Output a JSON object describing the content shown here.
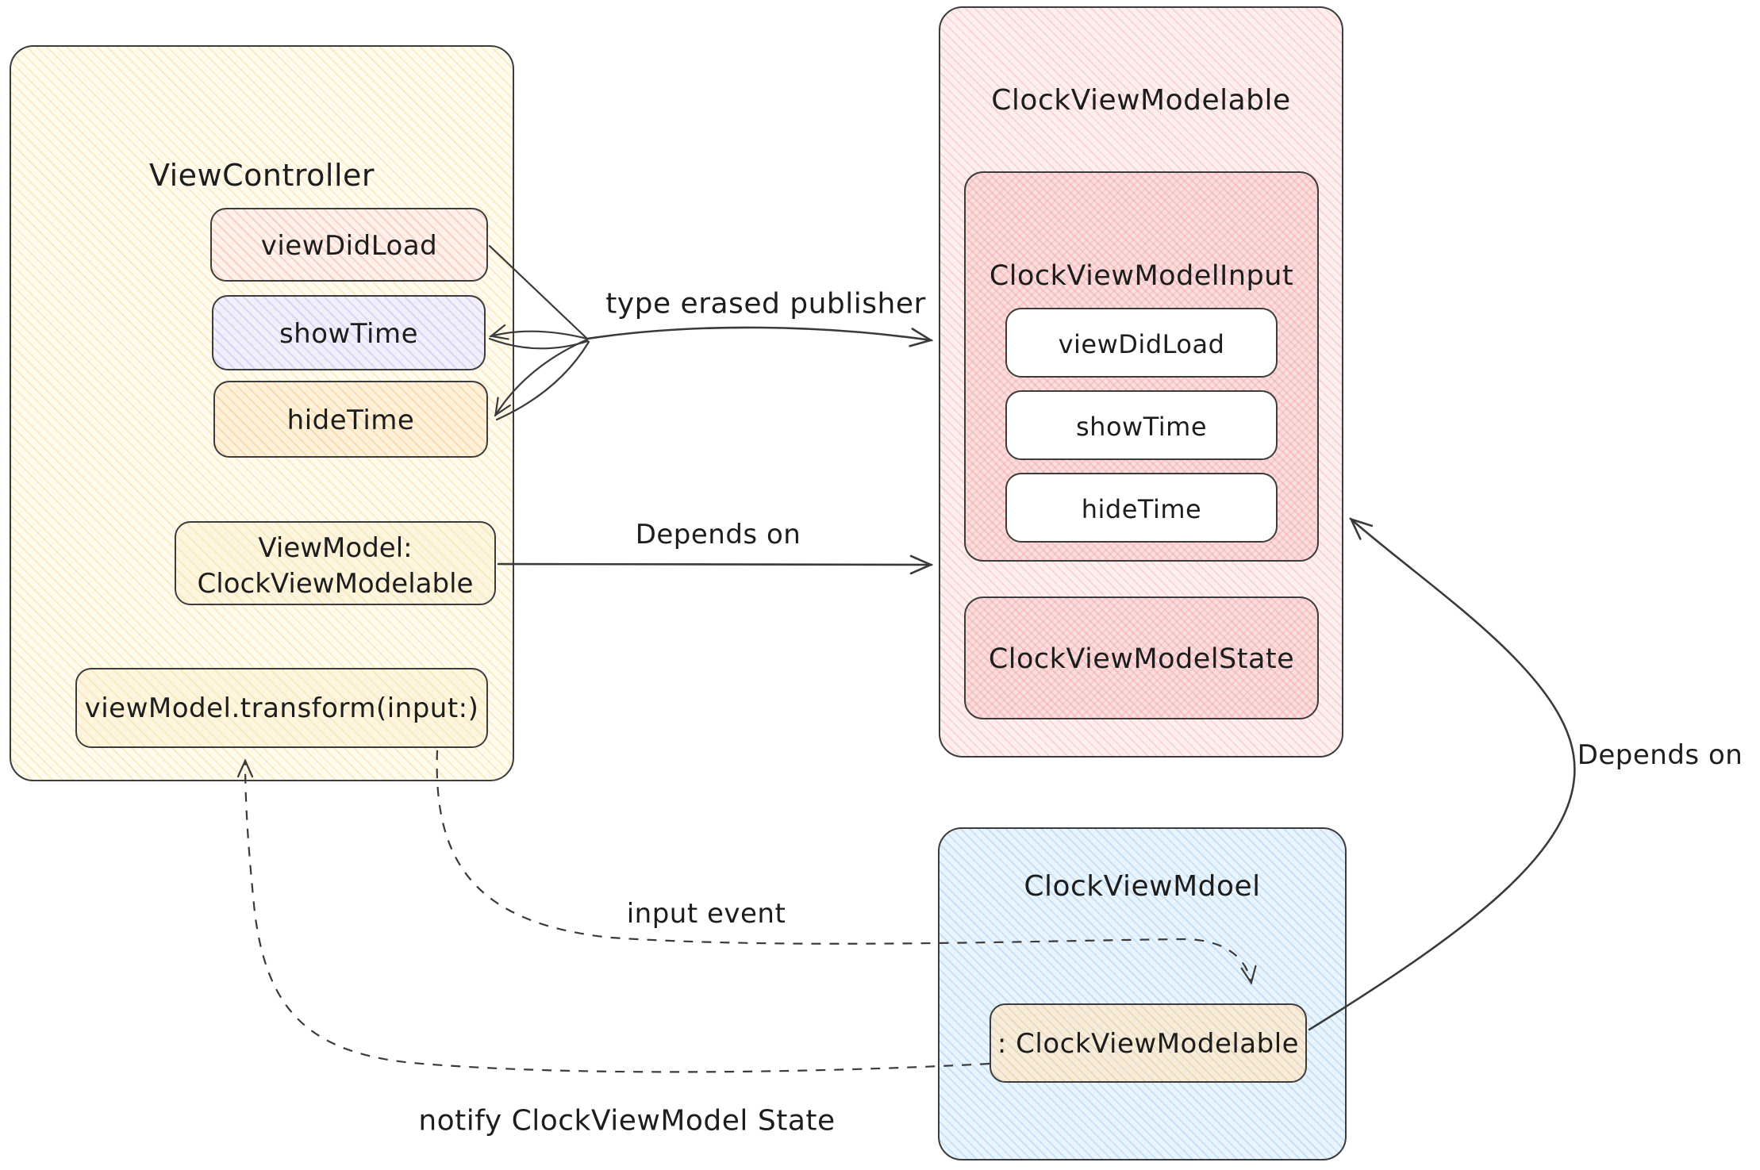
{
  "colors": {
    "stroke": "#3c3c3c",
    "text": "#1d1d1d",
    "yellow_fill": "#fffbee",
    "salmon_fill": "#fdf1ea",
    "lavender_fill": "#f2effb",
    "orange_fill": "#fdf2d9",
    "pink_light_fill": "#fdefee",
    "pink_dense_fill": "#fbdfdf",
    "blue_fill": "#e9f4fd",
    "tan_fill": "#f6ecdb",
    "white_fill": "#ffffff"
  },
  "view_controller": {
    "title": "ViewController",
    "view_did_load": "viewDidLoad",
    "show_time": "showTime",
    "hide_time": "hideTime",
    "view_model_line1": "ViewModel:",
    "view_model_line2": "ClockViewModelable",
    "transform": "viewModel.transform(input:)"
  },
  "clock_view_modelable": {
    "title": "ClockViewModelable",
    "input": {
      "title": "ClockViewModelInput",
      "view_did_load": "viewDidLoad",
      "show_time": "showTime",
      "hide_time": "hideTime"
    },
    "state": {
      "title": "ClockViewModelState"
    }
  },
  "clock_view_model": {
    "title": "ClockViewMdoel",
    "conformance": ": ClockViewModelable"
  },
  "arrow_labels": {
    "type_erased_publisher": "type erased publisher",
    "depends_on_mid": "Depends on",
    "depends_on_right": "Depends on",
    "input_event": "input event",
    "notify_state": "notify ClockViewModel State"
  }
}
